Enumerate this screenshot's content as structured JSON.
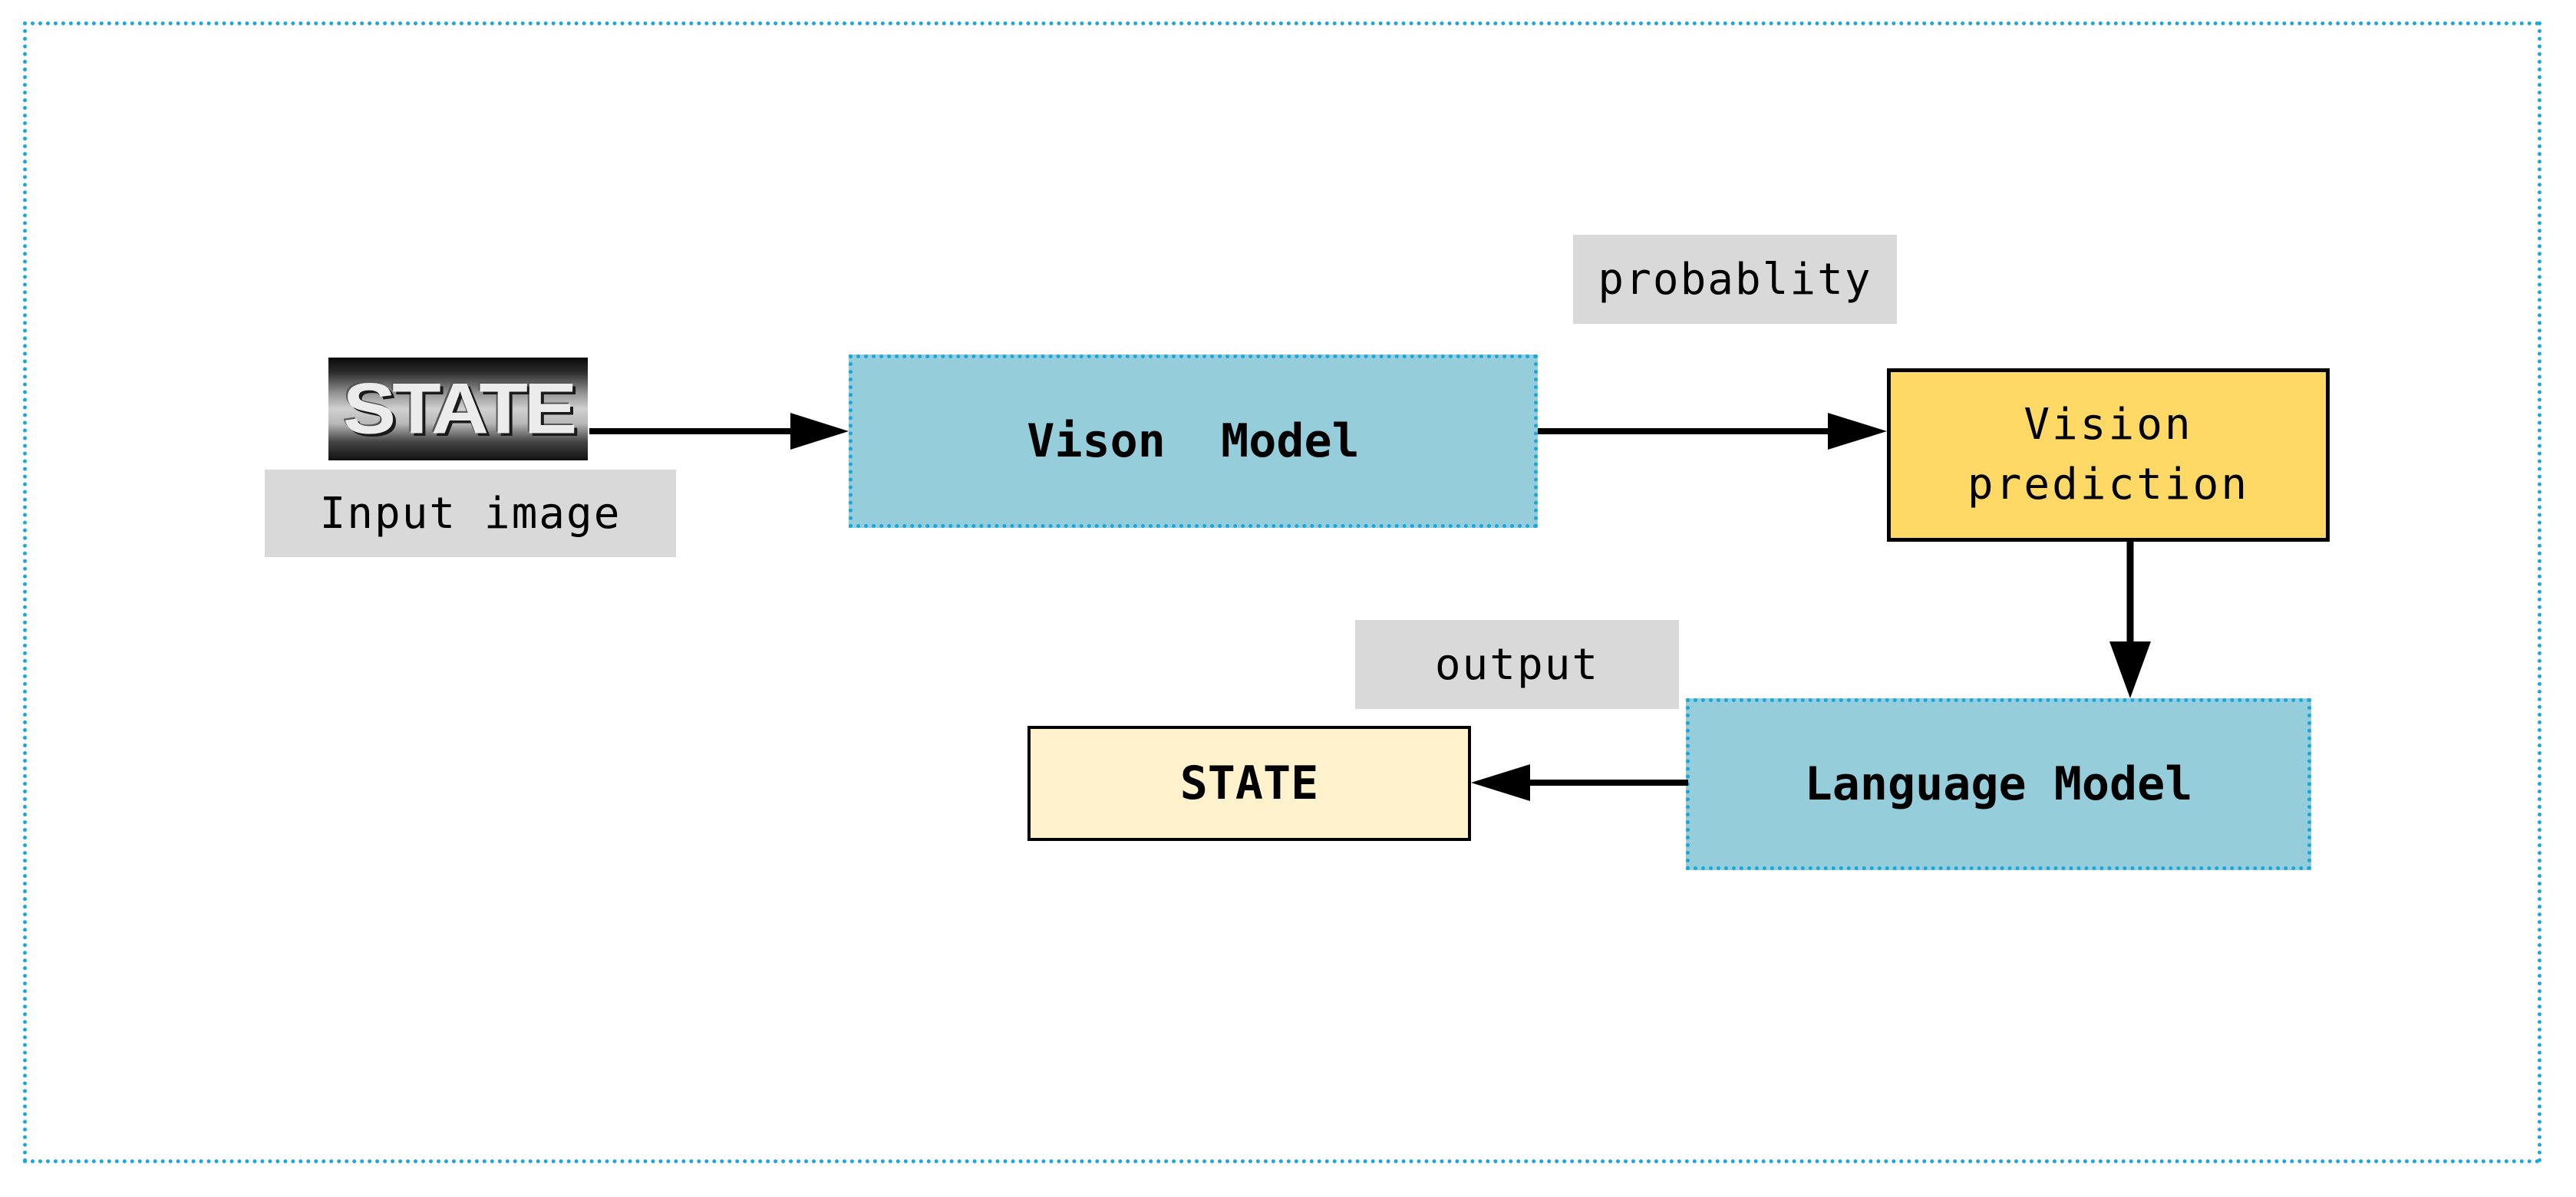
{
  "diagram": {
    "input_image": {
      "text": "STATE",
      "label": "Input image"
    },
    "vision_model": {
      "label": "Vison  Model"
    },
    "probability_label": "probablity",
    "vision_prediction": {
      "line1": "Vision",
      "line2": "prediction"
    },
    "language_model": {
      "label": "Language Model"
    },
    "output_label": "output",
    "output_box": {
      "label": "STATE"
    },
    "colors": {
      "model_fill": "#95cddb",
      "dotted_border": "#1aa7db",
      "prediction_fill": "#fed966",
      "output_fill": "#fff2cc",
      "label_fill": "#d9d9d9"
    }
  }
}
